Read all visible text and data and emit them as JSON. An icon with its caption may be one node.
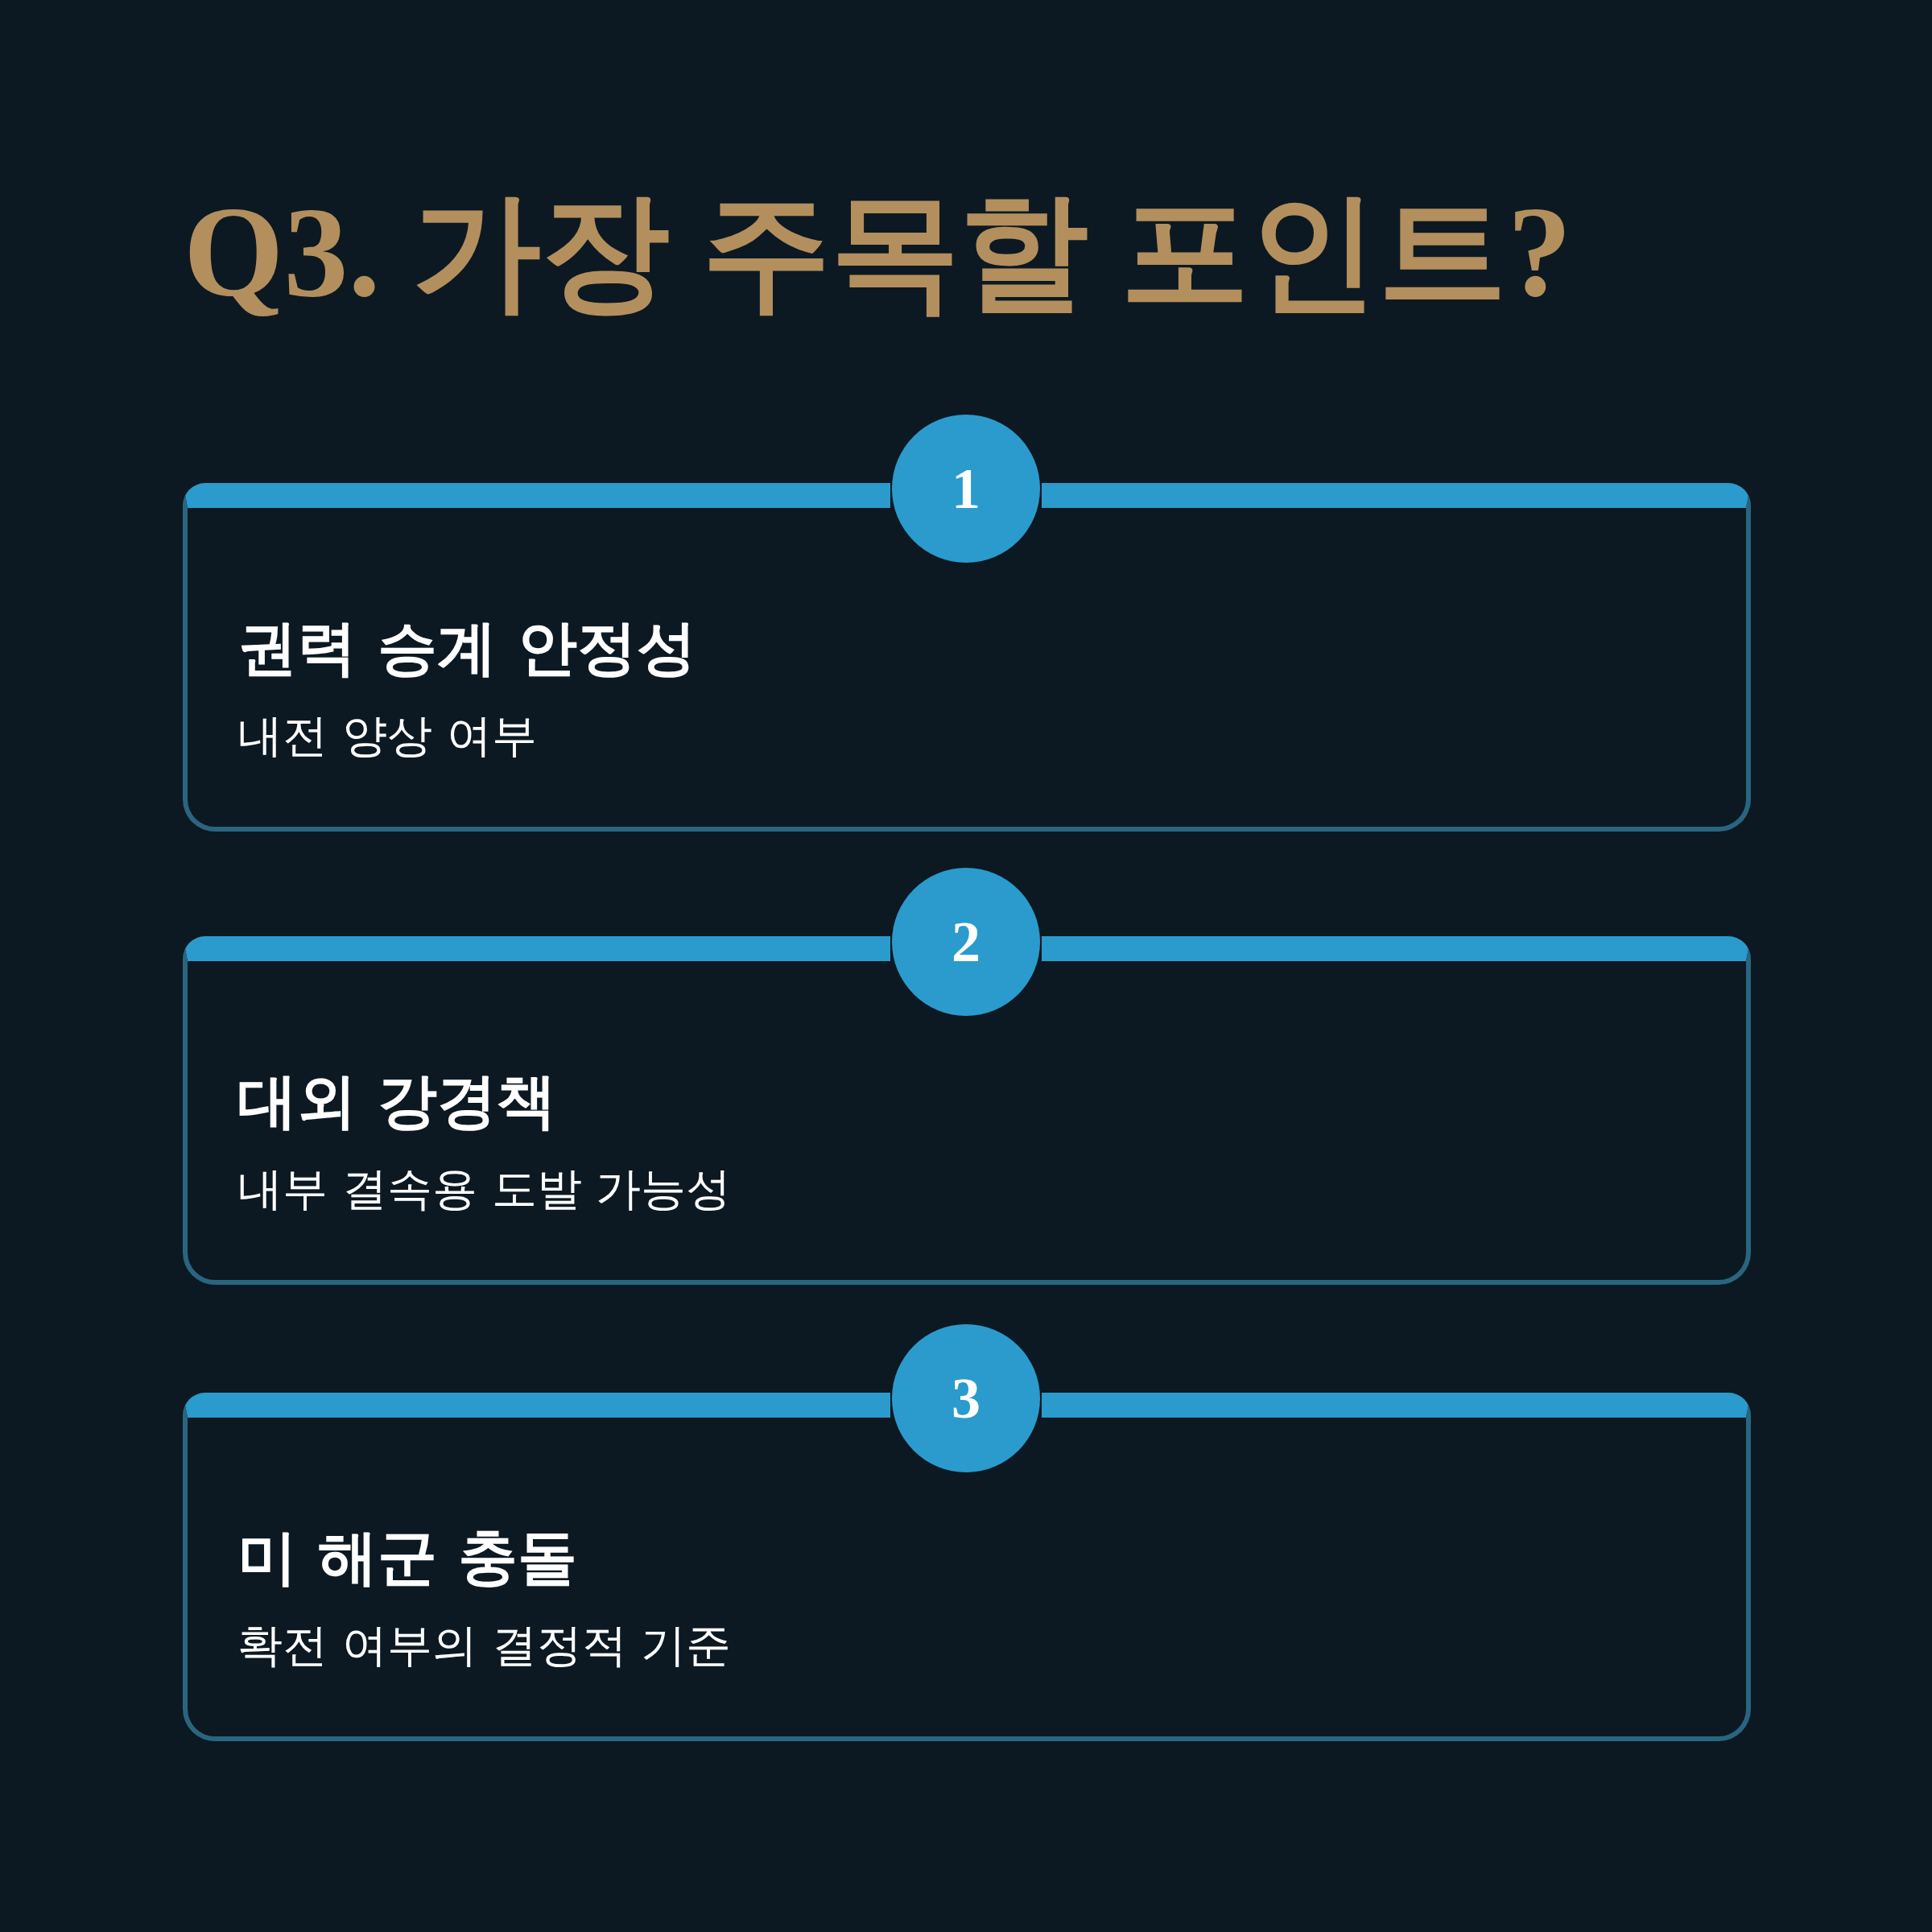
{
  "diagram": {
    "title": "Q3. 가장 주목할 포인트?",
    "nodes": [
      {
        "text": [
          "1"
        ]
      },
      {
        "text": [
          "권력 승계 안정성",
          "내전 양상 여부"
        ]
      },
      {
        "text": [
          "2"
        ]
      },
      {
        "text": [
          "대외 강경책",
          "내부 결속용 도발 가능성"
        ]
      },
      {
        "text": [
          "3"
        ]
      },
      {
        "text": [
          "미 해군 충돌",
          "확전 여부의 결정적 기준"
        ]
      }
    ]
  }
}
